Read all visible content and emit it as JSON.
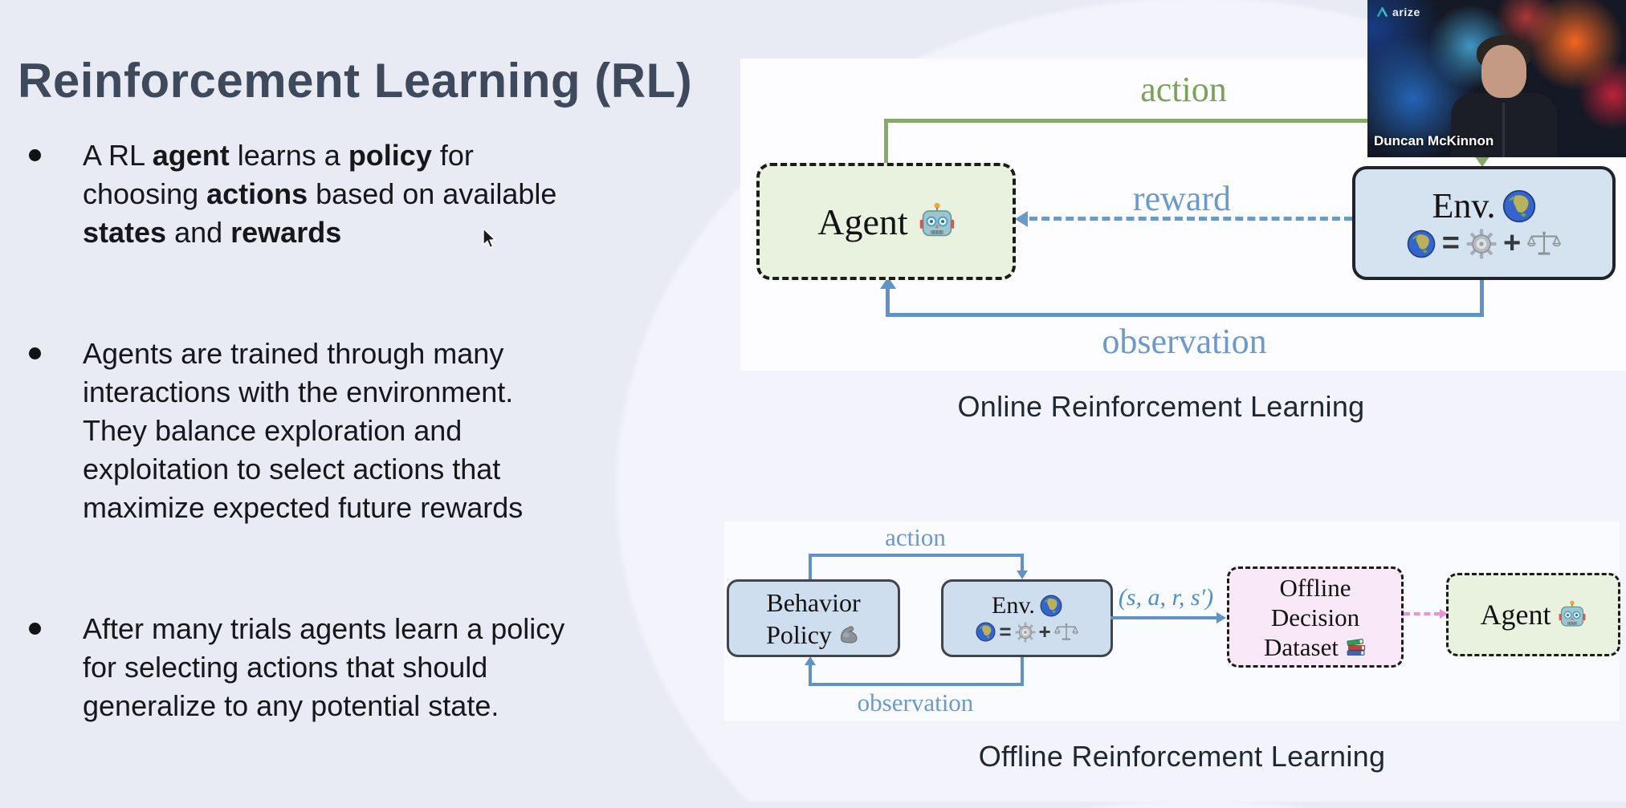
{
  "slide": {
    "title": "Reinforcement Learning (RL)",
    "bullets": [
      {
        "lines": [
          [
            [
              "A RL ",
              0
            ],
            [
              "agent",
              1
            ],
            [
              " learns a ",
              0
            ],
            [
              "policy",
              1
            ],
            [
              " for",
              0
            ]
          ],
          [
            [
              "choosing ",
              0
            ],
            [
              "actions",
              1
            ],
            [
              " based on available",
              0
            ]
          ],
          [
            [
              "states",
              1
            ],
            [
              " and ",
              0
            ],
            [
              "rewards",
              1
            ]
          ]
        ]
      },
      {
        "lines": [
          [
            [
              "Agents are trained through many",
              0
            ]
          ],
          [
            [
              "interactions with the environment.",
              0
            ]
          ],
          [
            [
              "They balance exploration and",
              0
            ]
          ],
          [
            [
              "exploitation to select actions that",
              0
            ]
          ],
          [
            [
              "maximize expected future rewards",
              0
            ]
          ]
        ]
      },
      {
        "lines": [
          [
            [
              "After many trials agents learn a policy",
              0
            ]
          ],
          [
            [
              "for selecting actions that should",
              0
            ]
          ],
          [
            [
              "generalize to any potential state.",
              0
            ]
          ]
        ]
      }
    ]
  },
  "online": {
    "action_label": "action",
    "reward_label": "reward",
    "observation_label": "observation",
    "agent_label": "Agent",
    "env_label": "Env.",
    "env_equals": "=",
    "env_plus": "+",
    "caption": "Online Reinforcement Learning"
  },
  "offline": {
    "action_label": "action",
    "observation_label": "observation",
    "behavior_line1": "Behavior",
    "behavior_line2": "Policy",
    "env_label": "Env.",
    "env_equals": "=",
    "env_plus": "+",
    "transition_label": "(s, a, r, s′)",
    "dataset_line1": "Offline",
    "dataset_line2": "Decision",
    "dataset_line3": "Dataset",
    "agent_label": "Agent",
    "caption": "Offline Reinforcement Learning"
  },
  "webcam": {
    "logo_text": "arize",
    "name": "Duncan McKinnon"
  },
  "icons": {
    "robot": "robot-face",
    "globe": "globe-earth",
    "gear": "gear",
    "scales": "balance-scale",
    "muscle": "flexed-arm",
    "books": "book-stack",
    "caret": "arize-caret"
  },
  "colors": {
    "title": "#3e4a5c",
    "accent_green": "#79a258",
    "accent_blue": "#6b9aca",
    "accent_pink": "#ef8ed9",
    "agent_fill": "#e8f2de",
    "env_fill": "#d5e3f0",
    "dataset_fill": "#f9e8f8"
  }
}
